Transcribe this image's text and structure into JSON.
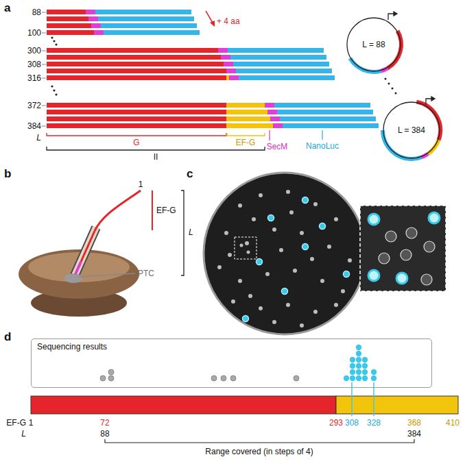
{
  "diagram": {
    "nodes": [
      {
        "text": [
          "L = 88"
        ]
      },
      {
        "text": [
          "L = 384"
        ]
      },
      {
        "text": [
          "Sequencing results"
        ]
      }
    ],
    "labels": [
      "a",
      "88",
      "100",
      "+ 4 aa",
      "300",
      "308",
      "316",
      "372",
      "384",
      "L",
      "G",
      "EF-G",
      "II",
      "SecM",
      "NanoLuc",
      "b",
      "1",
      "EF-G",
      "L",
      "PTC",
      "c",
      "d",
      "EF-G",
      "1",
      "72",
      "293",
      "368",
      "410",
      "L",
      "88",
      "308",
      "328",
      "384",
      "Range covered (in steps of 4)"
    ]
  }
}
